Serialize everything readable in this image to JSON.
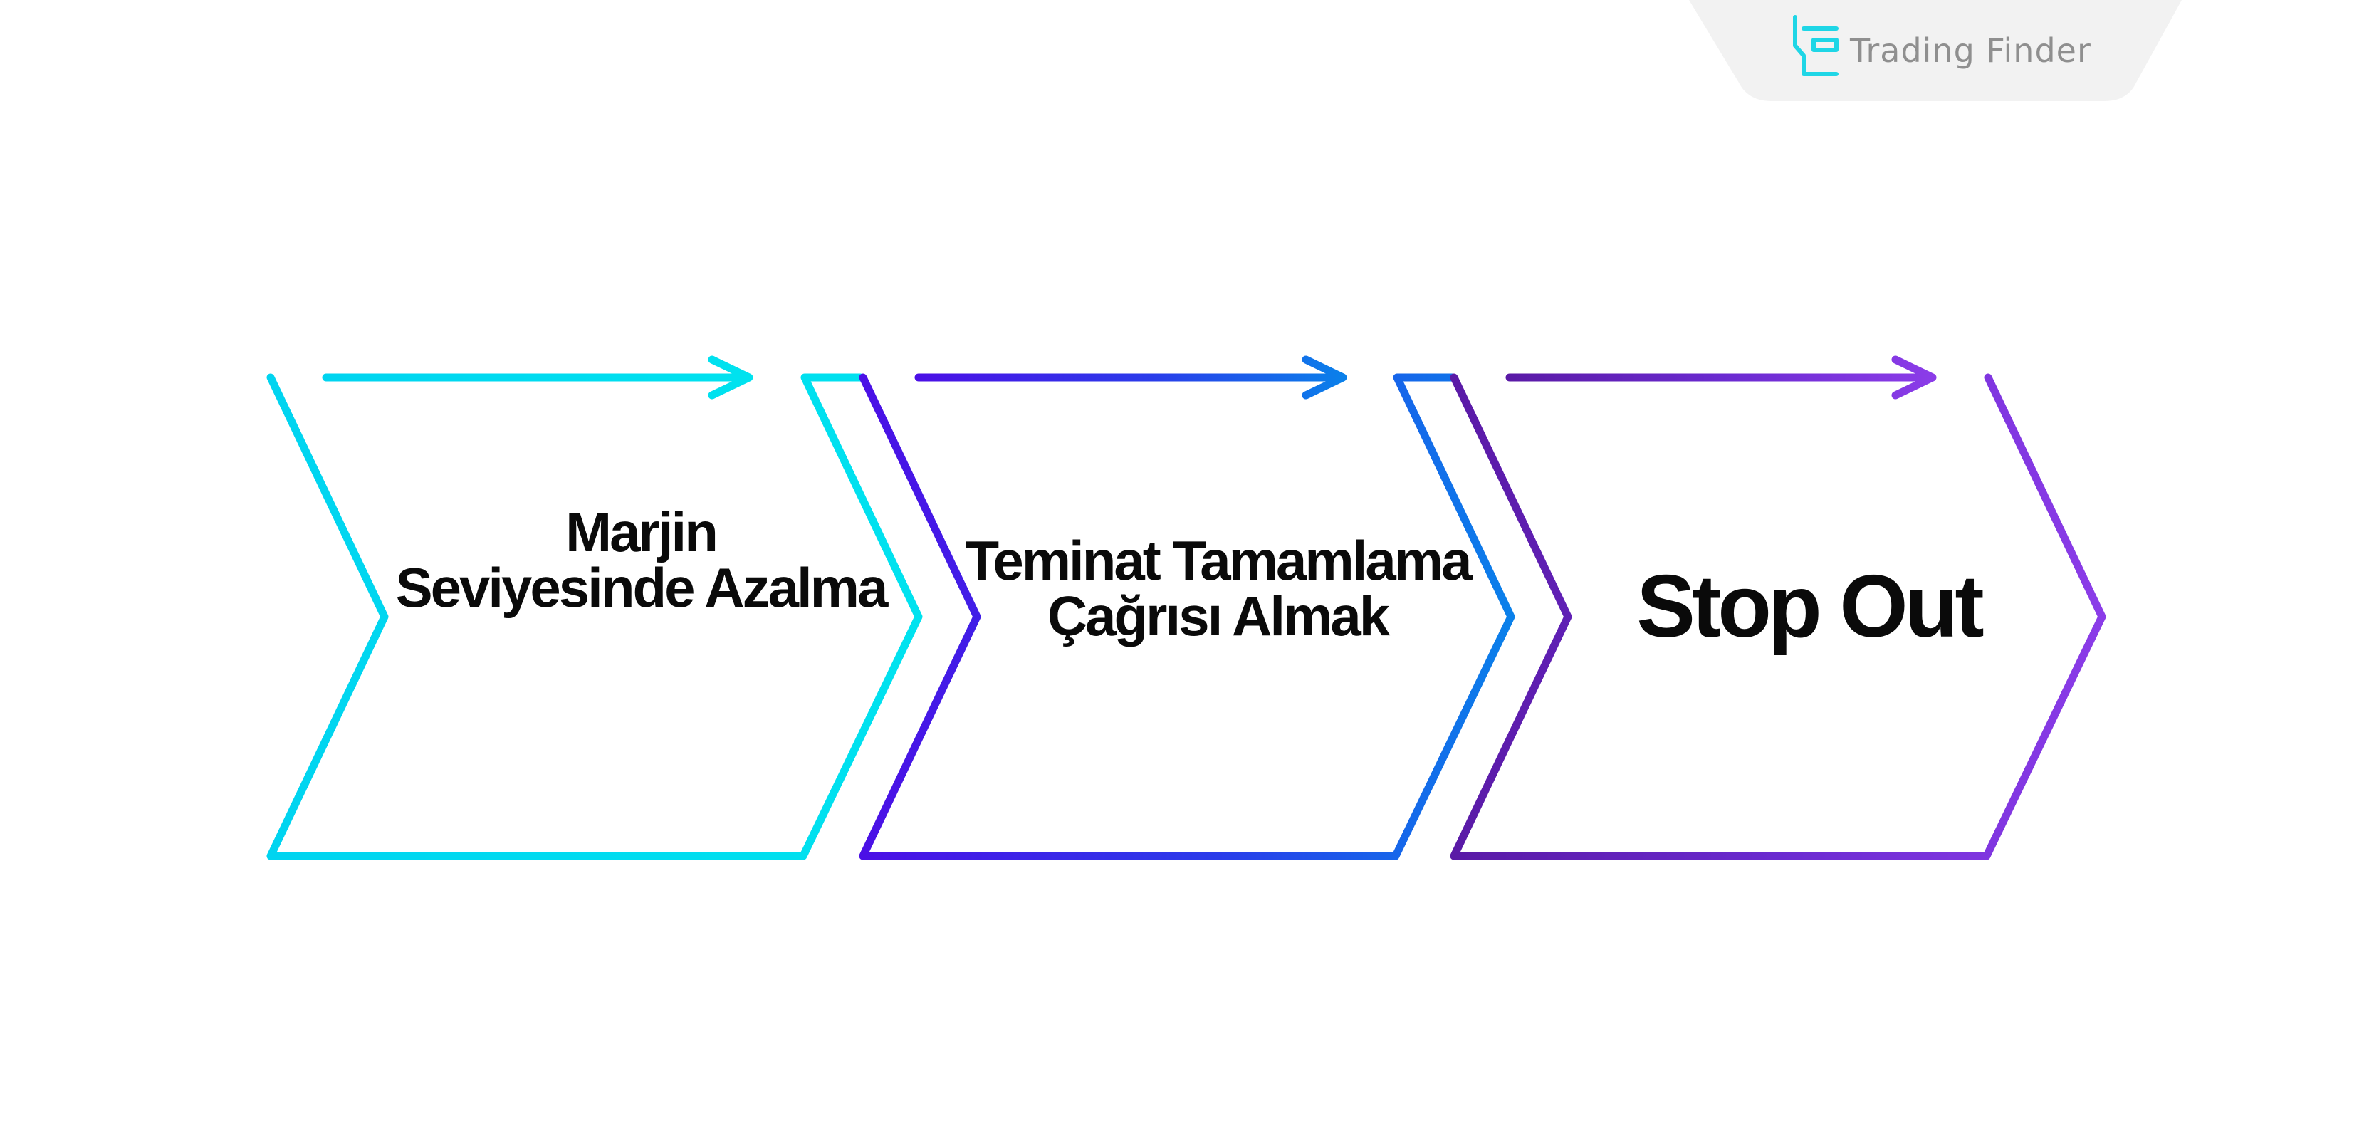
{
  "brand": {
    "name": "Trading Finder",
    "logo_icon": "trading-finder-logo",
    "tab_color": "#f2f2f2",
    "logo_color": "#1fd6e6",
    "text_color": "#8f8f8f"
  },
  "steps": [
    {
      "lines": [
        "Marjin",
        "Seviyesinde Azalma"
      ],
      "color_start": "#00d7f2",
      "color_end": "#00e0f0"
    },
    {
      "lines": [
        "Teminat Tamamlama",
        "Çağrısı Almak"
      ],
      "color_start": "#4a12e8",
      "color_end": "#0a7fea"
    },
    {
      "lines": [
        "Stop Out"
      ],
      "color_start": "#5a1fa8",
      "color_end": "#8a3ae8"
    }
  ]
}
